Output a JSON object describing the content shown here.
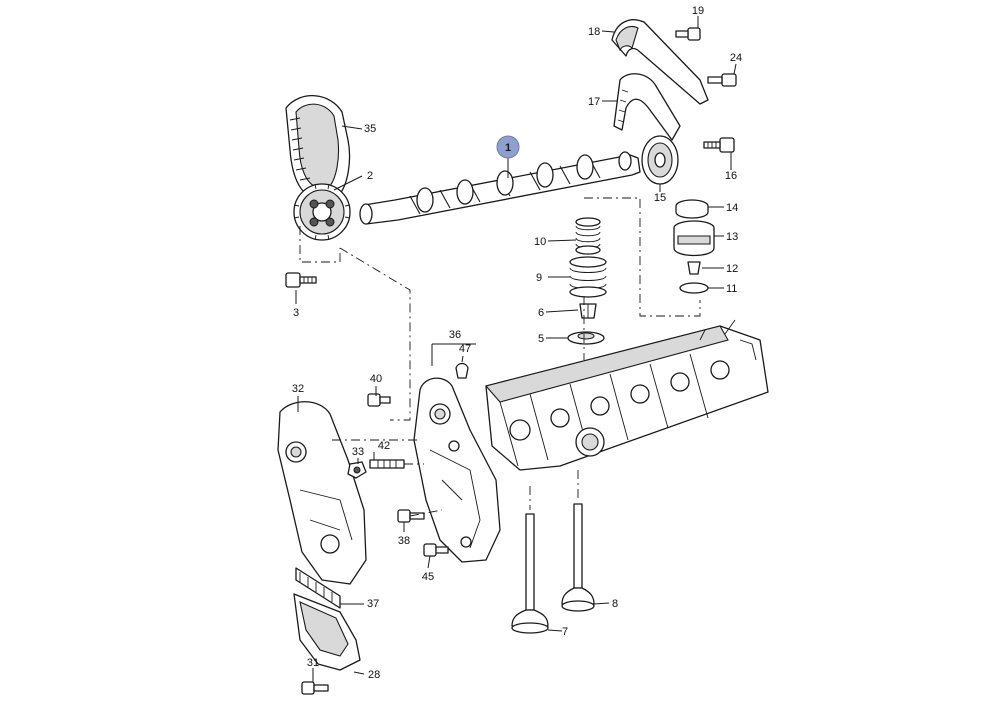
{
  "callouts": {
    "p1": "1",
    "p2": "2",
    "p3": "3",
    "p5": "5",
    "p6": "6",
    "p7": "7",
    "p8": "8",
    "p9": "9",
    "p10": "10",
    "p11": "11",
    "p12": "12",
    "p13": "13",
    "p14": "14",
    "p15": "15",
    "p16": "16",
    "p17": "17",
    "p18": "18",
    "p19": "19",
    "p24": "24",
    "p28": "28",
    "p31": "31",
    "p32": "32",
    "p33": "33",
    "p35": "35",
    "p36": "36",
    "p37": "37",
    "p38": "38",
    "p40": "40",
    "p42": "42",
    "p45": "45",
    "p47": "47"
  },
  "highlight": {
    "part": "1",
    "color": "#8f9fce"
  }
}
